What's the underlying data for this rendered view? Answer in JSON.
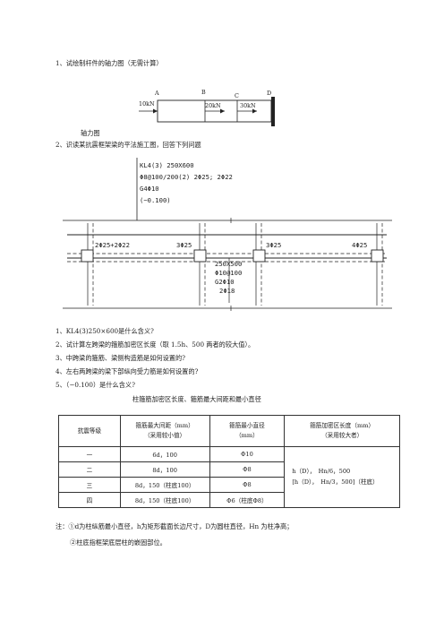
{
  "q1": {
    "title": "1、试绘制杆件的轴力图（无需计算）",
    "points": [
      "A",
      "B",
      "C",
      "D"
    ],
    "loads": [
      "10kN",
      "20kN",
      "30kN"
    ],
    "axial_diagram_label": "轴力图"
  },
  "q2": {
    "title": "2、识读某抗震框架梁的平法施工图，回答下列问题",
    "beam_annotation": [
      "KL4(3) 250X600",
      "Φ8@100/200(2)  2Φ25; 2Φ22",
      "G4Φ10",
      "(−0.100)"
    ],
    "support_rebar": [
      "2Φ25+2Φ22",
      "3Φ25",
      "3Φ25",
      "4Φ25"
    ],
    "mid_span_annotation": [
      "250X500",
      "Φ10@100",
      "G2Φ10",
      "2Φ18"
    ]
  },
  "questions": [
    "1、KL4(3)250×600是什么含义?",
    "2、试计算左跨梁的箍筋加密区长度（取 1.5h、500 两者的较大值）。",
    "3、中跨梁的箍筋、梁侧构造筋是如何设置的?",
    "4、左右两跨梁的梁下部纵向受力筋是如何设置的?",
    "5、（−0.100）是什么含义?"
  ],
  "table": {
    "title": "柱箍筋加密区长度、箍筋最大间距和最小直径",
    "headers": [
      "抗震等级",
      "箍筋最大间距（mm）",
      "（采用较小值）",
      "箍筋最小直径",
      "（mm）",
      "箍筋加密区长度（mm）",
      "（采用较大者）"
    ],
    "rows": [
      {
        "grade": "一",
        "spacing": "6d，100",
        "diameter": "Φ10"
      },
      {
        "grade": "二",
        "spacing": "8d，100",
        "diameter": "Φ8"
      },
      {
        "grade": "三",
        "spacing": "8d，150（柱底100）",
        "diameter": "Φ8"
      },
      {
        "grade": "四",
        "spacing": "8d，150（柱底100）",
        "diameter": "Φ6（柱底Φ8）"
      }
    ],
    "dense_length": [
      "h（D），　Hn/6，500",
      "[h（D），　Hn/3，500]（柱底）"
    ]
  },
  "notes": [
    "注：①d为柱纵筋最小直径，h为矩形截面长边尺寸，D为圆柱直径，Hn 为柱净高；",
    "②柱底指框架底层柱的嵌固部位。"
  ]
}
